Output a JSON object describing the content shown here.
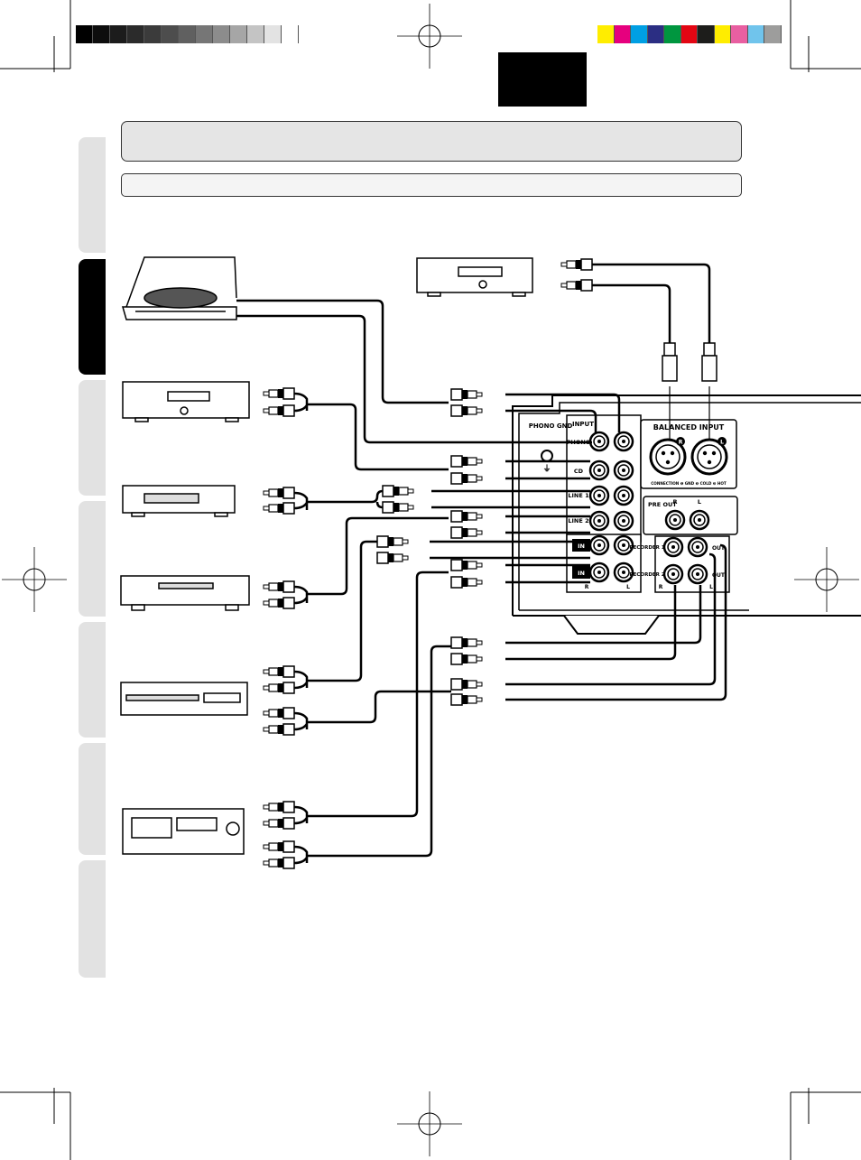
{
  "header": {
    "title_text": "",
    "subtitle_text": ""
  },
  "color_bar_gray": [
    "#000000",
    "#0d0d0d",
    "#1c1c1c",
    "#2b2b2b",
    "#3b3b3b",
    "#4d4d4d",
    "#606060",
    "#767676",
    "#8c8c8c",
    "#a6a6a6",
    "#c4c4c4",
    "#e3e3e3",
    "#ffffff"
  ],
  "color_bar_process": [
    "#ffed00",
    "#e6007e",
    "#009fe3",
    "#2b2e83",
    "#00963f",
    "#e30613",
    "#1d1d1b",
    "#ffed00",
    "#e85fa1",
    "#70c4ec",
    "#9d9d9c"
  ],
  "side_tabs": [
    {
      "state": "inactive"
    },
    {
      "state": "active"
    },
    {
      "state": "inactive"
    },
    {
      "state": "inactive"
    },
    {
      "state": "inactive"
    },
    {
      "state": "inactive"
    },
    {
      "state": "inactive"
    }
  ],
  "panel": {
    "phono_gnd": "PHONO GND",
    "phono_ground_symbol": "⏚",
    "input_header": "INPUT",
    "phono": "PHONO",
    "cd": "CD",
    "line1": "LINE 1",
    "line2": "LINE 2",
    "balanced_input": "BALANCED INPUT",
    "xlr_right": "R",
    "xlr_left": "L",
    "connection_note": "CONNECTION ❶ GND ❷ COLD ❸ HOT",
    "pre_out": "PRE OUT",
    "pre_r": "R",
    "pre_l": "L",
    "rec1_in": "IN",
    "rec1_label": "RECORDER 1",
    "rec2_in": "IN",
    "rec2_label": "RECORDER 2",
    "out1": "OUT",
    "out2": "OUT",
    "ch_r": "R",
    "ch_l": "L",
    "ch_r2": "R",
    "ch_l2": "L"
  },
  "devices": [
    {
      "kind": "turntable-icon"
    },
    {
      "kind": "super-audio-cd-player-icon"
    },
    {
      "kind": "cd-player-icon"
    },
    {
      "kind": "tuner-icon"
    },
    {
      "kind": "dvd-player-icon"
    },
    {
      "kind": "cd-recorder-icon"
    },
    {
      "kind": "cassette-deck-icon"
    }
  ]
}
